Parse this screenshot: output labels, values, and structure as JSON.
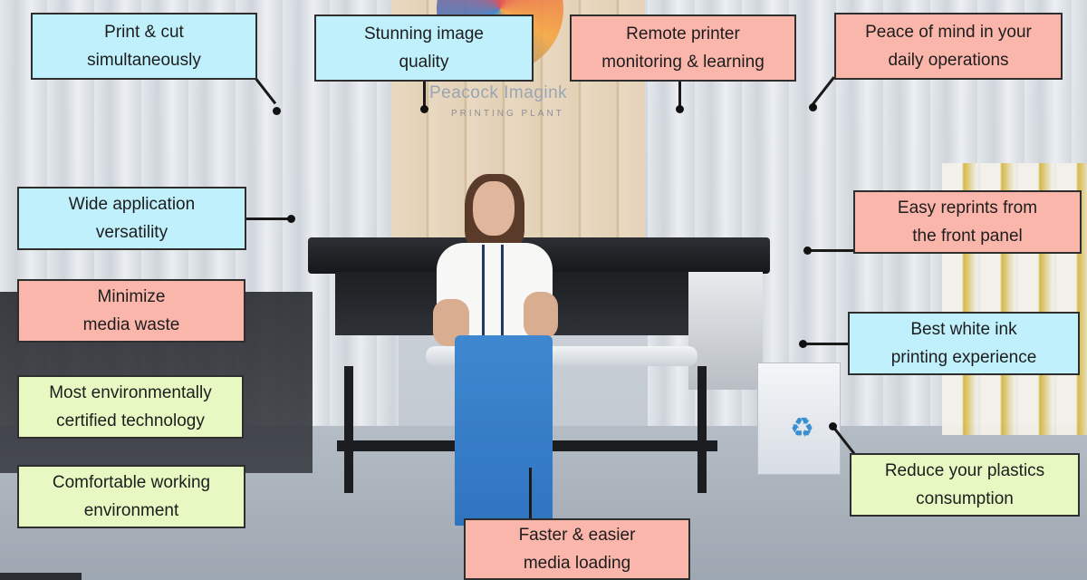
{
  "backdrop": {
    "logo_text": "Peacock Imagink",
    "logo_subtext": "PRINTING PLANT"
  },
  "callouts": {
    "print_cut": "Print & cut\nsimultaneously",
    "image_quality": "Stunning image\nquality",
    "remote_monitoring": "Remote printer\nmonitoring & learning",
    "peace_of_mind": "Peace of mind in your\ndaily operations",
    "wide_application": "Wide application\nversatility",
    "easy_reprints": "Easy reprints from\nthe front panel",
    "minimize_waste": "Minimize\nmedia waste",
    "white_ink": "Best white ink\nprinting experience",
    "env_certified": "Most environmentally\ncertified technology",
    "reduce_plastics": "Reduce your plastics\nconsumption",
    "comfortable_env": "Comfortable working\nenvironment",
    "faster_loading": "Faster & easier\nmedia loading"
  },
  "colors": {
    "cyan": "#bff0fb",
    "pink": "#fbb6ab",
    "green": "#e7f8c2"
  }
}
